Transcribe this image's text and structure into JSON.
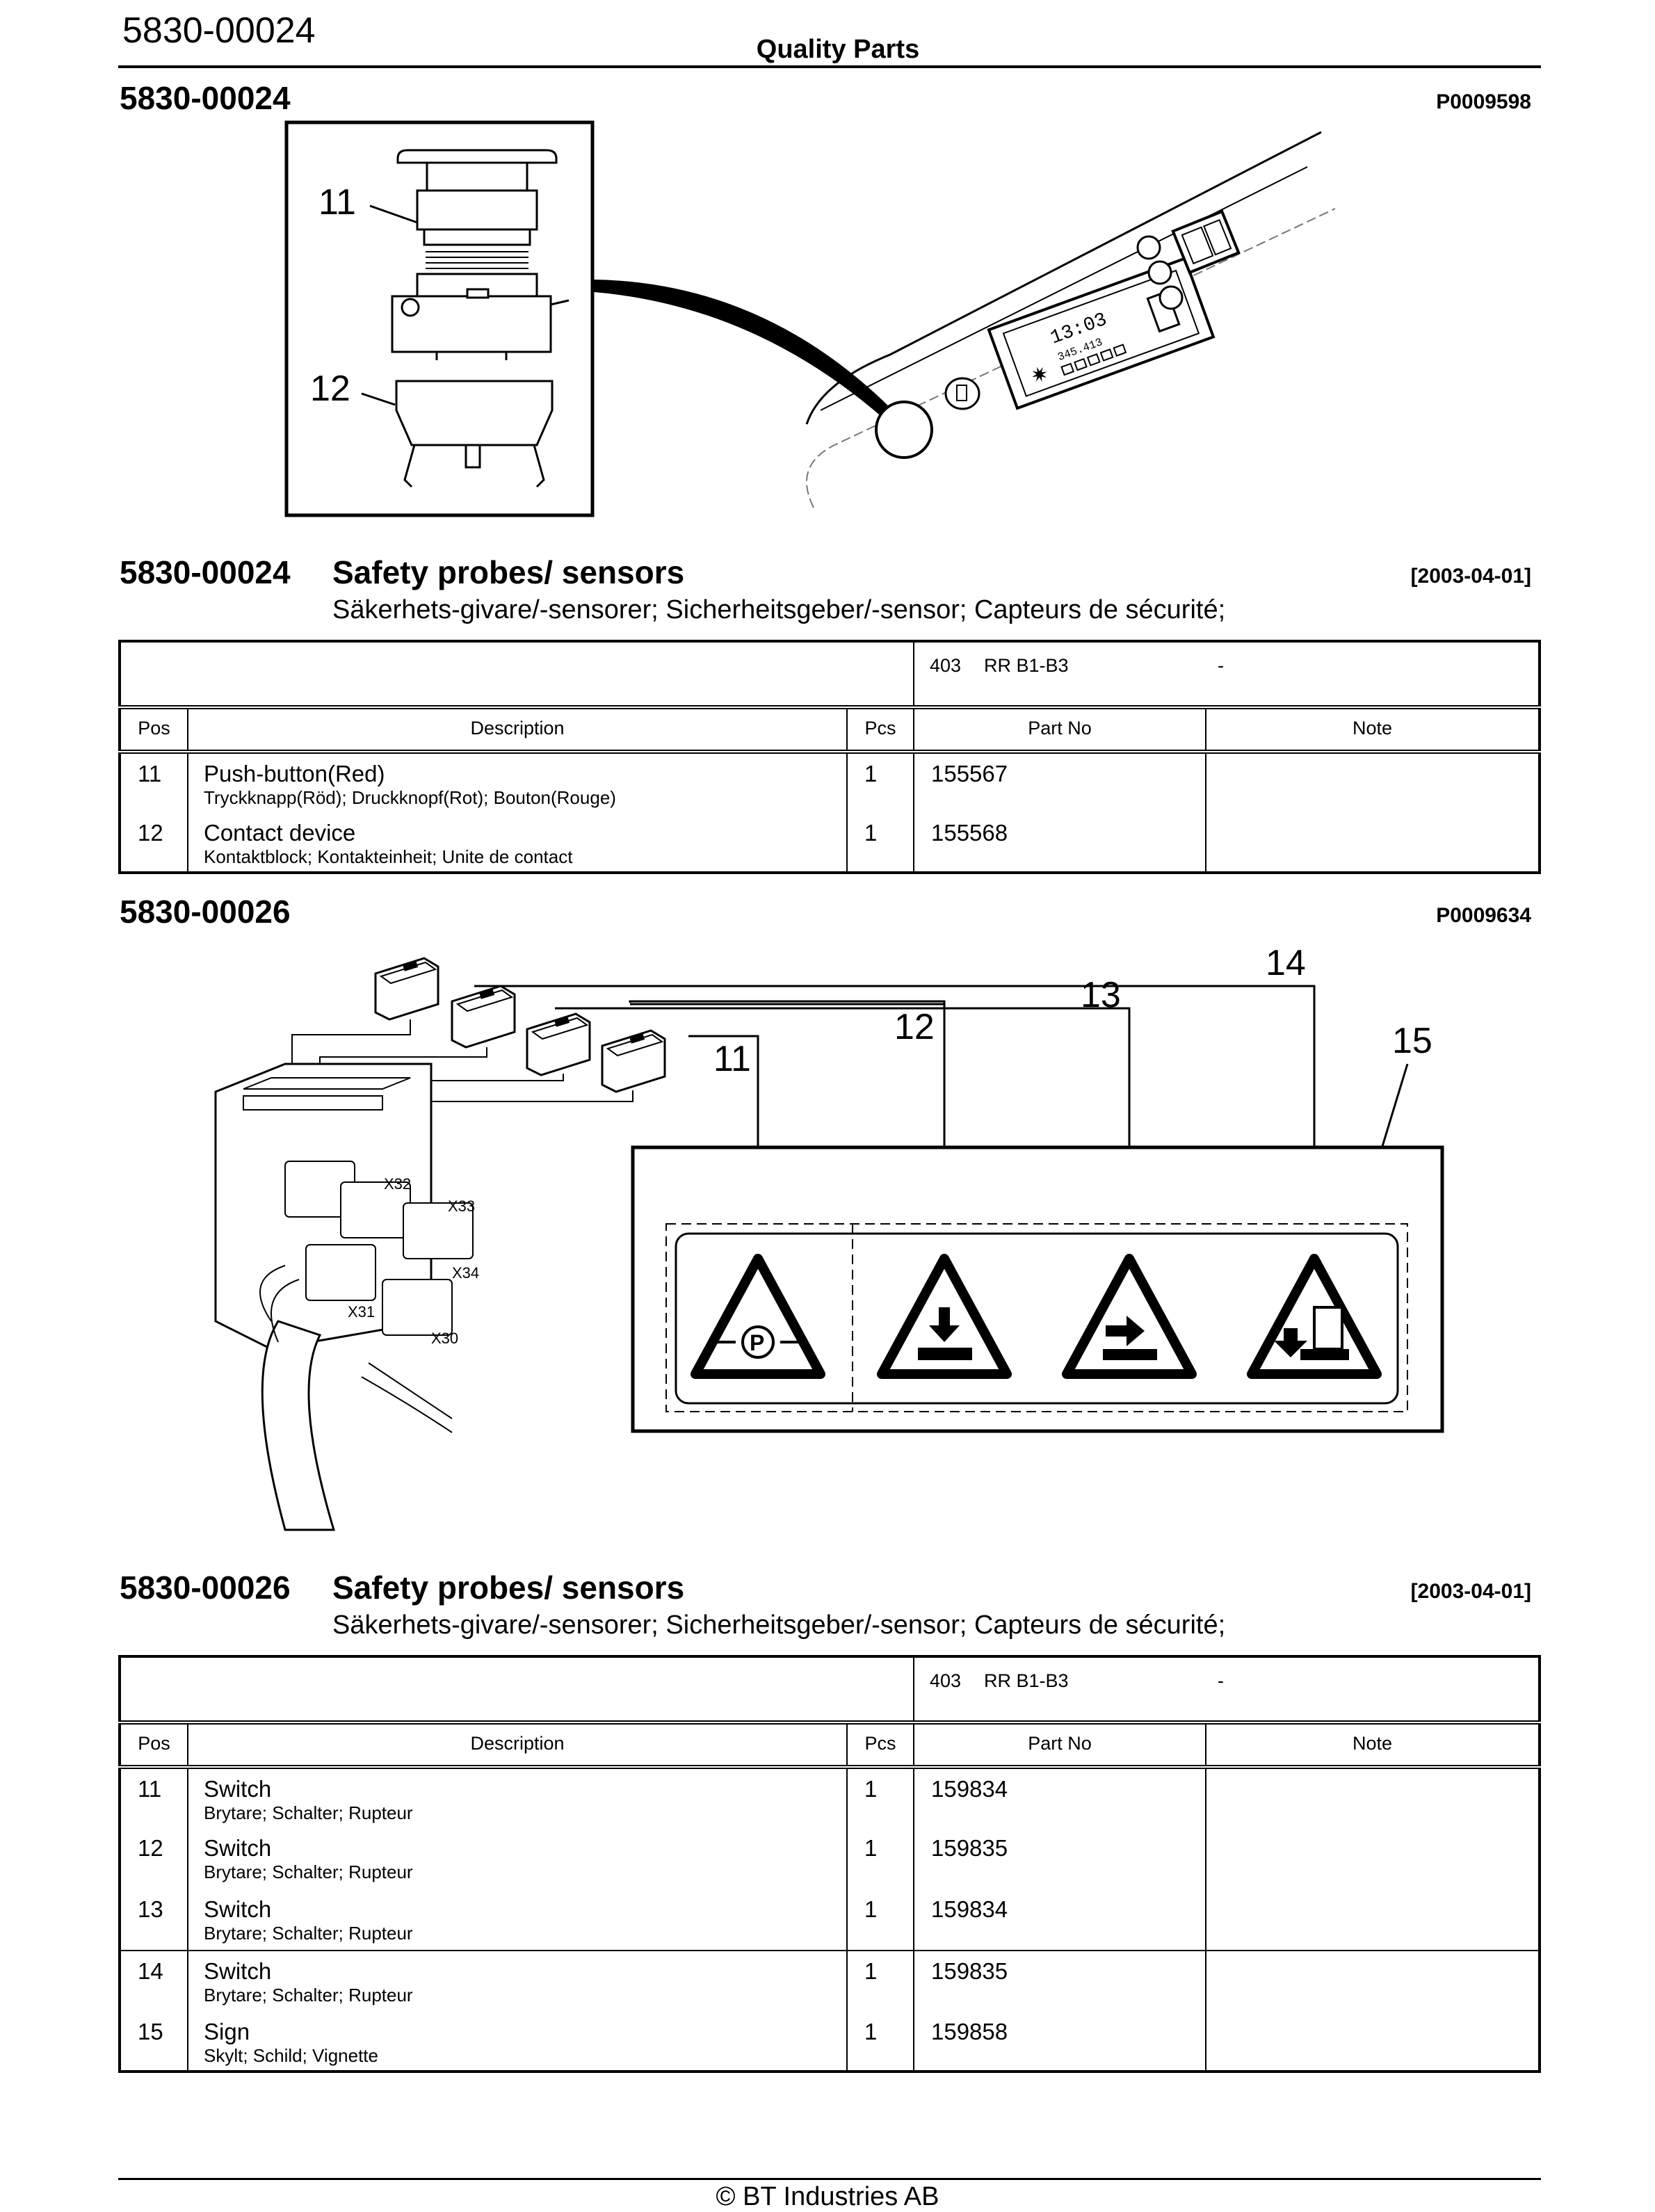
{
  "header": {
    "doc_code": "5830-00024",
    "center_title": "Quality Parts"
  },
  "sections": [
    {
      "code": "5830-00024",
      "picture_ref": "P0009598",
      "callouts": [
        "11",
        "12"
      ],
      "display_time": "13:03",
      "display_digits": "345.413",
      "title": "Safety probes/ sensors",
      "subtitle": "Säkerhets-givare/-sensorer; Sicherheitsgeber/-sensor; Capteurs de sécurité;",
      "date": "[2003-04-01]",
      "model": {
        "number": "403",
        "name": "RR B1-B3",
        "dash": "-"
      },
      "columns": {
        "pos": "Pos",
        "description": "Description",
        "pcs": "Pcs",
        "part_no": "Part No",
        "note": "Note"
      },
      "items": [
        {
          "pos": "11",
          "desc": "Push-button(Red)",
          "desc_sub": "Tryckknapp(Röd); Druckknopf(Rot); Bouton(Rouge)",
          "pcs": "1",
          "part_no": "155567",
          "note": ""
        },
        {
          "pos": "12",
          "desc": "Contact device",
          "desc_sub": "Kontaktblock; Kontakteinheit; Unite de contact",
          "pcs": "1",
          "part_no": "155568",
          "note": ""
        }
      ]
    },
    {
      "code": "5830-00026",
      "picture_ref": "P0009634",
      "callouts": [
        "11",
        "12",
        "13",
        "14",
        "15"
      ],
      "connector_labels": [
        "X32",
        "X33",
        "X34",
        "X31",
        "X30"
      ],
      "title": "Safety probes/ sensors",
      "subtitle": "Säkerhets-givare/-sensorer; Sicherheitsgeber/-sensor; Capteurs de sécurité;",
      "date": "[2003-04-01]",
      "model": {
        "number": "403",
        "name": "RR B1-B3",
        "dash": "-"
      },
      "columns": {
        "pos": "Pos",
        "description": "Description",
        "pcs": "Pcs",
        "part_no": "Part No",
        "note": "Note"
      },
      "items": [
        {
          "pos": "11",
          "desc": "Switch",
          "desc_sub": "Brytare; Schalter; Rupteur",
          "pcs": "1",
          "part_no": "159834",
          "note": ""
        },
        {
          "pos": "12",
          "desc": "Switch",
          "desc_sub": "Brytare; Schalter; Rupteur",
          "pcs": "1",
          "part_no": "159835",
          "note": ""
        },
        {
          "pos": "13",
          "desc": "Switch",
          "desc_sub": "Brytare; Schalter; Rupteur",
          "pcs": "1",
          "part_no": "159834",
          "note": ""
        },
        {
          "pos": "14",
          "desc": "Switch",
          "desc_sub": "Brytare; Schalter; Rupteur",
          "pcs": "1",
          "part_no": "159835",
          "note": ""
        },
        {
          "pos": "15",
          "desc": "Sign",
          "desc_sub": "Skylt; Schild; Vignette",
          "pcs": "1",
          "part_no": "159858",
          "note": ""
        }
      ]
    }
  ],
  "footer": {
    "copyright": "© BT Industries AB"
  }
}
